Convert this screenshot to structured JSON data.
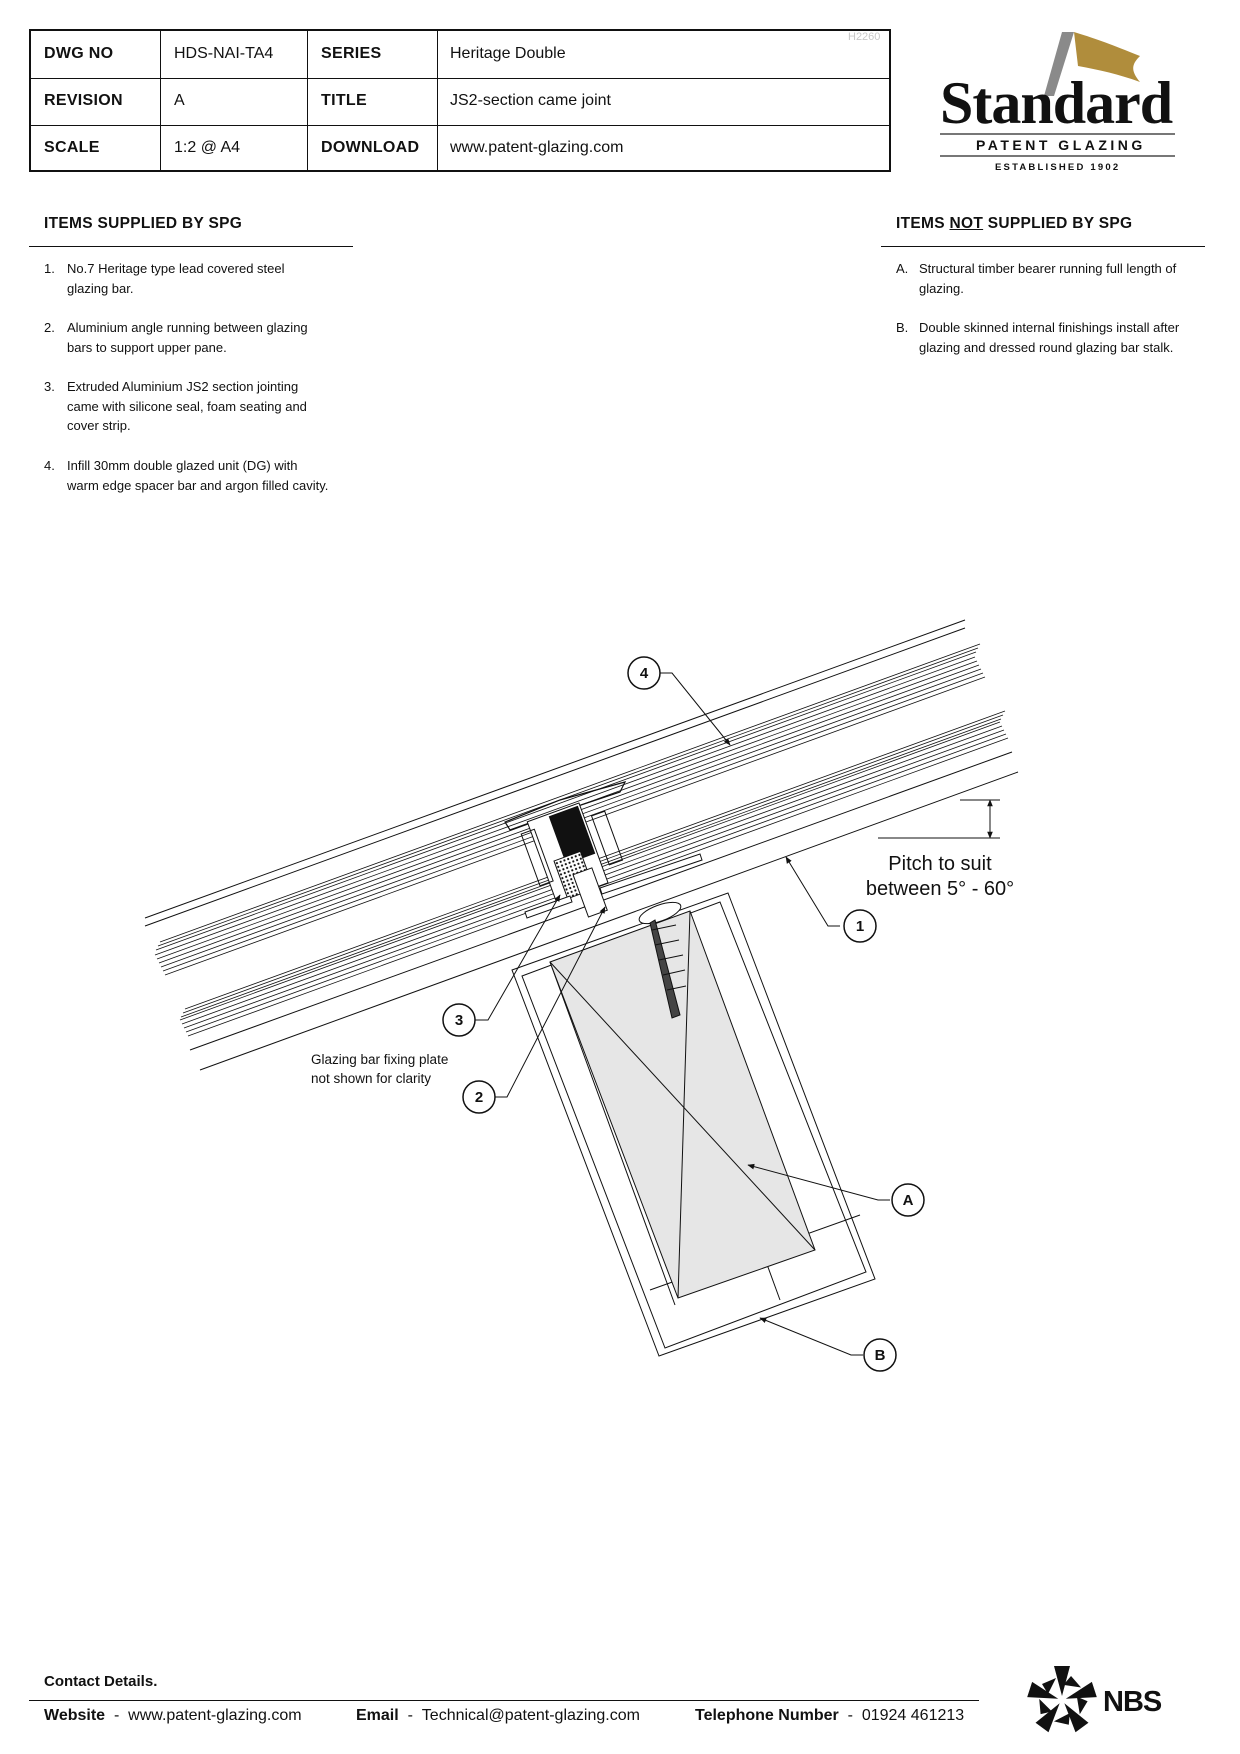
{
  "header": {
    "ref_code": "H2260",
    "labels": {
      "dwg_no": "DWG NO",
      "revision": "REVISION",
      "scale": "SCALE",
      "series": "SERIES",
      "title": "TITLE",
      "download": "DOWNLOAD"
    },
    "values": {
      "dwg_no": "HDS-NAI-TA4",
      "revision": "A",
      "scale": "1:2 @ A4",
      "series": "Heritage Double",
      "title": "JS2-section came joint",
      "download": "www.patent-glazing.com"
    }
  },
  "logo": {
    "word": "Standard",
    "sub": "PATENT GLAZING",
    "established": "ESTABLISHED 1902",
    "flag_color": "#b08d3c"
  },
  "supplied": {
    "title": "ITEMS SUPPLIED BY SPG",
    "items": [
      {
        "num": "1.",
        "lines": [
          "No.7 Heritage type lead covered steel",
          "glazing bar."
        ]
      },
      {
        "num": "2.",
        "lines": [
          "Aluminium angle running between glazing",
          "bars to support upper pane."
        ]
      },
      {
        "num": "3.",
        "lines": [
          "Extruded Aluminium JS2 section jointing",
          "came with silicone seal, foam seating and",
          "cover strip."
        ]
      },
      {
        "num": "4.",
        "lines": [
          "Infill 30mm double glazed unit (DG) with",
          "warm edge spacer bar and argon filled cavity."
        ]
      }
    ]
  },
  "not_supplied": {
    "title_pre": "ITEMS ",
    "title_underlined": "NOT",
    "title_post": " SUPPLIED BY SPG",
    "items": [
      {
        "num": "A.",
        "lines": [
          "Structural timber bearer running full length of",
          "glazing."
        ]
      },
      {
        "num": "B.",
        "lines": [
          "Double skinned internal finishings install after",
          "glazing and dressed round glazing bar stalk."
        ]
      }
    ]
  },
  "drawing": {
    "callouts": {
      "c4": "4",
      "c1": "1",
      "c3": "3",
      "c2": "2",
      "cA": "A",
      "cB": "B"
    },
    "note_lines": [
      "Glazing bar fixing plate",
      "not shown for clarity"
    ],
    "pitch_lines": [
      "Pitch to suit",
      "between 5° - 60°"
    ]
  },
  "footer": {
    "title": "Contact Details.",
    "website_label": "Website",
    "website": "www.patent-glazing.com",
    "email_label": "Email",
    "email": "Technical@patent-glazing.com",
    "phone_label": "Telephone Number",
    "phone": "01924 461213",
    "separator": "-",
    "nbs": "NBS"
  }
}
